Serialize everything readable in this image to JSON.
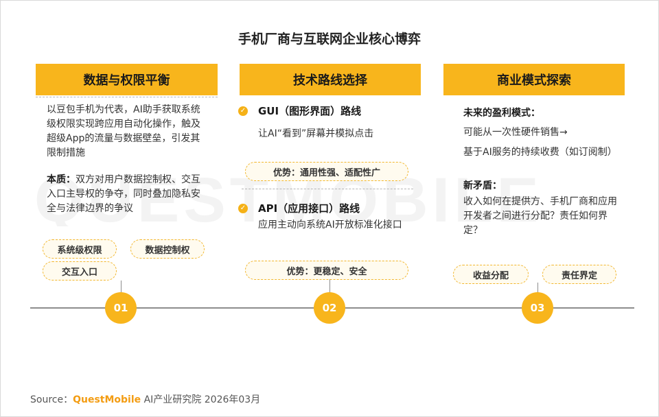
{
  "title": "手机厂商与互联网企业核心博弈",
  "watermark": "QUESTMOBILE",
  "columns": [
    {
      "header": "数据与权限平衡",
      "para1": "以豆包手机为代表，AI助手获取系统级权限实现跨应用自动化操作，触及超级App的流量与数据壁垒，引发其限制措施",
      "essence_label": "本质：",
      "essence_text": "双方对用户数据控制权、交互入口主导权的争夺，同时叠加隐私安全与法律边界的争议",
      "tags": [
        "系统级权限",
        "数据控制权",
        "交互入口"
      ],
      "number": "01"
    },
    {
      "header": "技术路线选择",
      "route1_title": "GUI（图形界面）路线",
      "route1_desc": "让AI“看到”屏幕并模拟点击",
      "route1_adv": "优势：通用性强、适配性广",
      "route2_title": "API（应用接口）路线",
      "route2_desc": "应用主动向系统AI开放标准化接口",
      "route2_adv": "优势：更稳定、安全",
      "number": "02"
    },
    {
      "header": "商业模式探索",
      "future_label": "未来的盈利模式：",
      "future_line1": "可能从一次性硬件销售→",
      "future_line2": "基于AI服务的持续收费（如订阅制）",
      "conflict_label": "新矛盾：",
      "conflict_text": "收入如何在提供方、手机厂商和应用开发者之间进行分配？责任如何界定？",
      "tags": [
        "收益分配",
        "责任界定"
      ],
      "number": "03"
    }
  ],
  "source": {
    "label": "Source：",
    "brand": "QuestMobile",
    "text": " AI产业研究院 2026年03月"
  },
  "colors": {
    "accent": "#f8b51c",
    "brand": "#f39c12"
  },
  "icons": {
    "check": "check-circle-icon"
  }
}
